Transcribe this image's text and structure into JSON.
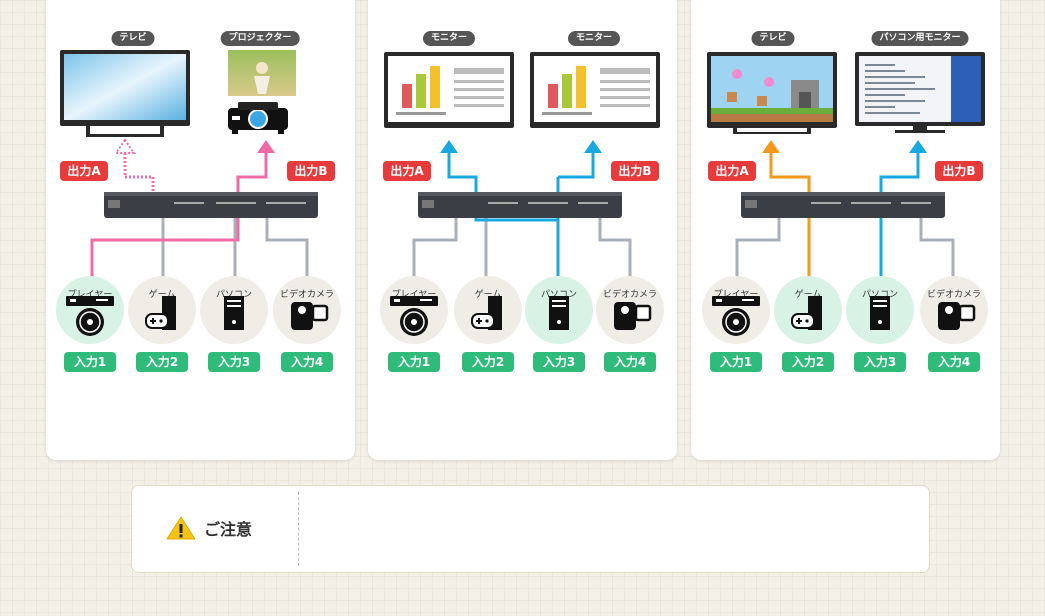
{
  "diagrams": [
    {
      "displays": [
        {
          "label": "テレビ",
          "type": "tv"
        },
        {
          "label": "プロジェクター",
          "type": "projector"
        }
      ],
      "outputs": [
        "出力A",
        "出力B"
      ],
      "inputs": [
        {
          "device": "プレイヤー",
          "badge": "入力1",
          "icon": "disc-player-icon",
          "active": true
        },
        {
          "device": "ゲーム",
          "badge": "入力2",
          "icon": "game-console-icon",
          "active": false
        },
        {
          "device": "パソコン",
          "badge": "入力3",
          "icon": "pc-tower-icon",
          "active": false
        },
        {
          "device": "ビデオカメラ",
          "badge": "入力4",
          "icon": "video-camera-icon",
          "active": false
        }
      ],
      "line_colors": {
        "a": "#f06aa8",
        "b": "#f06aa8"
      }
    },
    {
      "displays": [
        {
          "label": "モニター",
          "type": "monitor"
        },
        {
          "label": "モニター",
          "type": "monitor"
        }
      ],
      "outputs": [
        "出力A",
        "出力B"
      ],
      "inputs": [
        {
          "device": "プレイヤー",
          "badge": "入力1",
          "icon": "disc-player-icon",
          "active": false
        },
        {
          "device": "ゲーム",
          "badge": "入力2",
          "icon": "game-console-icon",
          "active": false
        },
        {
          "device": "パソコン",
          "badge": "入力3",
          "icon": "pc-tower-icon",
          "active": true
        },
        {
          "device": "ビデオカメラ",
          "badge": "入力4",
          "icon": "video-camera-icon",
          "active": false
        }
      ],
      "line_colors": {
        "a": "#1aa8e0",
        "b": "#1aa8e0"
      }
    },
    {
      "displays": [
        {
          "label": "テレビ",
          "type": "tv-game"
        },
        {
          "label": "パソコン用モニター",
          "type": "pc-monitor"
        }
      ],
      "outputs": [
        "出力A",
        "出力B"
      ],
      "inputs": [
        {
          "device": "プレイヤー",
          "badge": "入力1",
          "icon": "disc-player-icon",
          "active": false
        },
        {
          "device": "ゲーム",
          "badge": "入力2",
          "icon": "game-console-icon",
          "active": true
        },
        {
          "device": "パソコン",
          "badge": "入力3",
          "icon": "pc-tower-icon",
          "active": true
        },
        {
          "device": "ビデオカメラ",
          "badge": "入力4",
          "icon": "video-camera-icon",
          "active": false
        }
      ],
      "line_colors": {
        "a": "#f39a1e",
        "b": "#1aa8e0"
      }
    }
  ],
  "notice": {
    "title": "ご注意",
    "icon": "warning-icon"
  }
}
